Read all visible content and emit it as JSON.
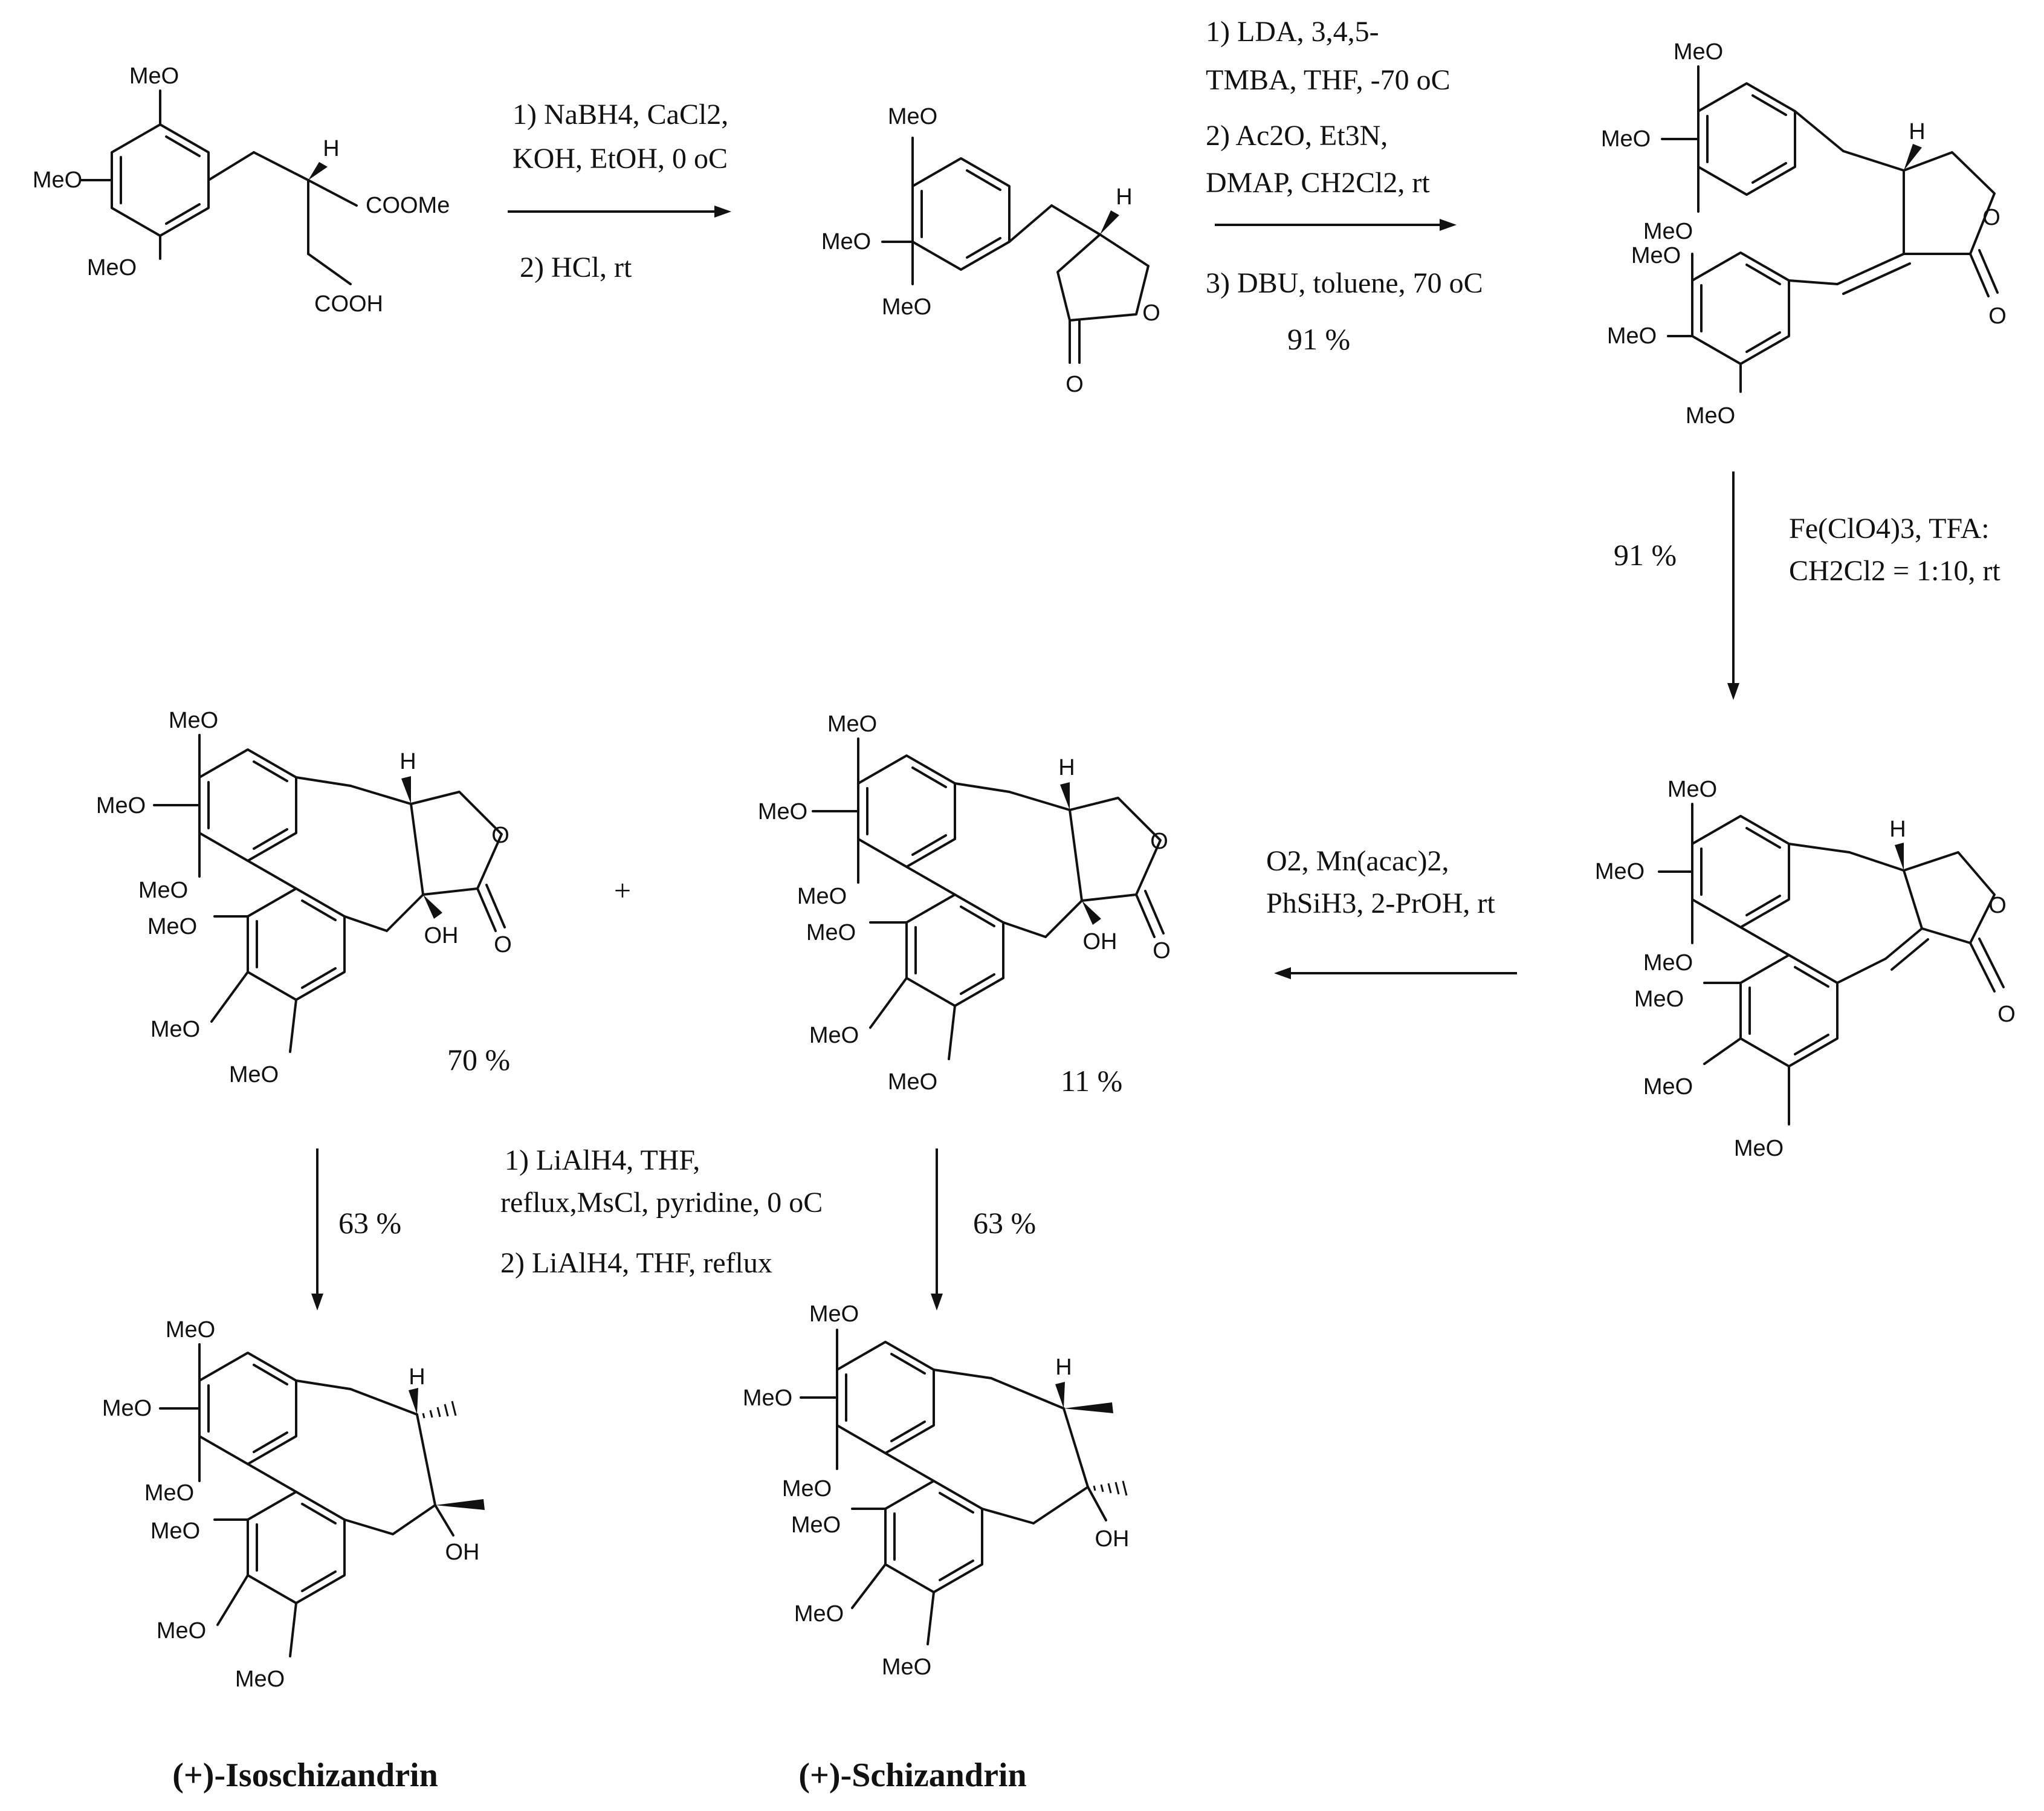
{
  "labels": {
    "meo": "MeO",
    "h": "H",
    "o": "O",
    "oh": "OH",
    "coome": "COOMe",
    "cooh": "COOH",
    "plus": "+"
  },
  "steps": {
    "step1": {
      "lines": [
        "1) NaBH4, CaCl2,",
        "KOH, EtOH, 0 oC",
        "2) HCl, rt"
      ]
    },
    "step2": {
      "lines": [
        "1) LDA, 3,4,5-",
        "TMBA, THF, -70 oC",
        "2) Ac2O, Et3N,",
        "DMAP, CH2Cl2, rt",
        "3) DBU, toluene, 70 oC"
      ],
      "yield": "91 %"
    },
    "step3": {
      "lines": [
        "Fe(ClO4)3, TFA:",
        "CH2Cl2 = 1:10, rt"
      ],
      "yield": "91 %"
    },
    "step4": {
      "lines": [
        "O2, Mn(acac)2,",
        "PhSiH3, 2-PrOH, rt"
      ]
    },
    "step5": {
      "lines": [
        "1) LiAlH4, THF,",
        "reflux,MsCl, pyridine, 0 oC",
        "2) LiAlH4, THF, reflux"
      ],
      "yield_left": "63 %",
      "yield_right": "63 %"
    }
  },
  "products": {
    "major_yield": "70 %",
    "minor_yield": "11 %",
    "isoschizandrin": "(+)-Isoschizandrin",
    "schizandrin": "(+)-Schizandrin"
  }
}
